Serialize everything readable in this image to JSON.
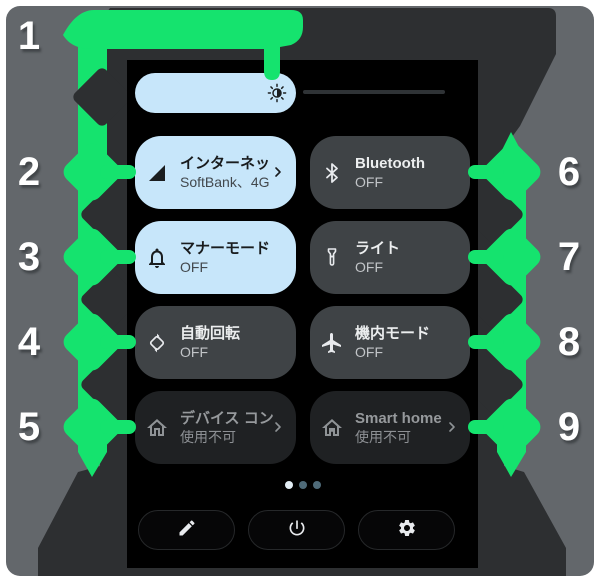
{
  "callouts": [
    "1",
    "2",
    "3",
    "4",
    "5",
    "6",
    "7",
    "8",
    "9"
  ],
  "colors": {
    "accent_green": "#15e36e",
    "panel_gray": "#63676b",
    "shadow_dark": "#2d2f31",
    "active_tile_blue": "#c7e6fa",
    "inactive_tile_gray": "#3f4346",
    "disabled_tile_gray": "#1f2123"
  },
  "quick_settings": {
    "brightness_slider": {
      "icon": "brightness-icon",
      "fill_percent": 52
    },
    "tiles": [
      {
        "title": "インターネッ",
        "subtitle": "SoftBank、4G",
        "icon": "cellular-signal-icon",
        "state": "active",
        "has_chevron": true
      },
      {
        "title": "Bluetooth",
        "subtitle": "OFF",
        "icon": "bluetooth-icon",
        "state": "inactive",
        "has_chevron": false
      },
      {
        "title": "マナーモード",
        "subtitle": "OFF",
        "icon": "bell-icon",
        "state": "active",
        "has_chevron": false
      },
      {
        "title": "ライト",
        "subtitle": "OFF",
        "icon": "flashlight-icon",
        "state": "inactive",
        "has_chevron": false
      },
      {
        "title": "自動回転",
        "subtitle": "OFF",
        "icon": "auto-rotate-icon",
        "state": "inactive",
        "has_chevron": false
      },
      {
        "title": "機内モード",
        "subtitle": "OFF",
        "icon": "airplane-icon",
        "state": "inactive",
        "has_chevron": false
      },
      {
        "title": "デバイス コン",
        "subtitle": "使用不可",
        "icon": "home-icon",
        "state": "disabled",
        "has_chevron": true
      },
      {
        "title": "Smart home",
        "subtitle": "使用不可",
        "icon": "smart-home-icon",
        "state": "disabled",
        "has_chevron": true
      }
    ],
    "pager": {
      "total_dots": 3,
      "active_dot": 1
    },
    "footer_buttons": [
      {
        "icon": "edit-pencil-icon"
      },
      {
        "icon": "power-icon"
      },
      {
        "icon": "settings-gear-icon"
      }
    ]
  }
}
